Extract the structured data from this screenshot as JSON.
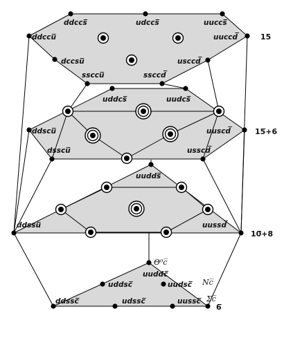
{
  "colors": {
    "fill": "#d9d9d9",
    "stroke": "#000000",
    "background": "#ffffff"
  },
  "multiplets": {
    "m15": "15",
    "m15b6": "15̅+6",
    "m10b8": "10̅+8",
    "m6b": "6̅"
  },
  "labels": {
    "ddccs": "ddccs̅",
    "udccs": "udccs̅",
    "uuccs": "uuccs̅",
    "ddccu": "ddccu̅",
    "uuccd": "uuccd̅",
    "dccsu": "dccsu̅",
    "usccd": "usccd̅",
    "ssccu": "ssccu̅",
    "ssccd": "ssccd̅",
    "uddcs": "uddcs̅",
    "uudcs": "uudcs̅",
    "ddscu": "ddscu̅",
    "uuscd": "uuscd̅",
    "dsscu": "dsscu̅",
    "usscd": "usscd̅",
    "uudds": "uudds̅",
    "ddssu": "ddssu̅",
    "uussd": "uussd̅",
    "uuddc": "uuddc̅",
    "uddsc": "uddsc̅",
    "uudsc": "uudsc̅",
    "ddssc": "ddssc̅",
    "udssc": "udssc̅",
    "uussc": "uussc̅"
  },
  "annotations": {
    "theta": "Θ⁰c̅",
    "nc": "Nc̅",
    "sigma": "Σc̅"
  }
}
